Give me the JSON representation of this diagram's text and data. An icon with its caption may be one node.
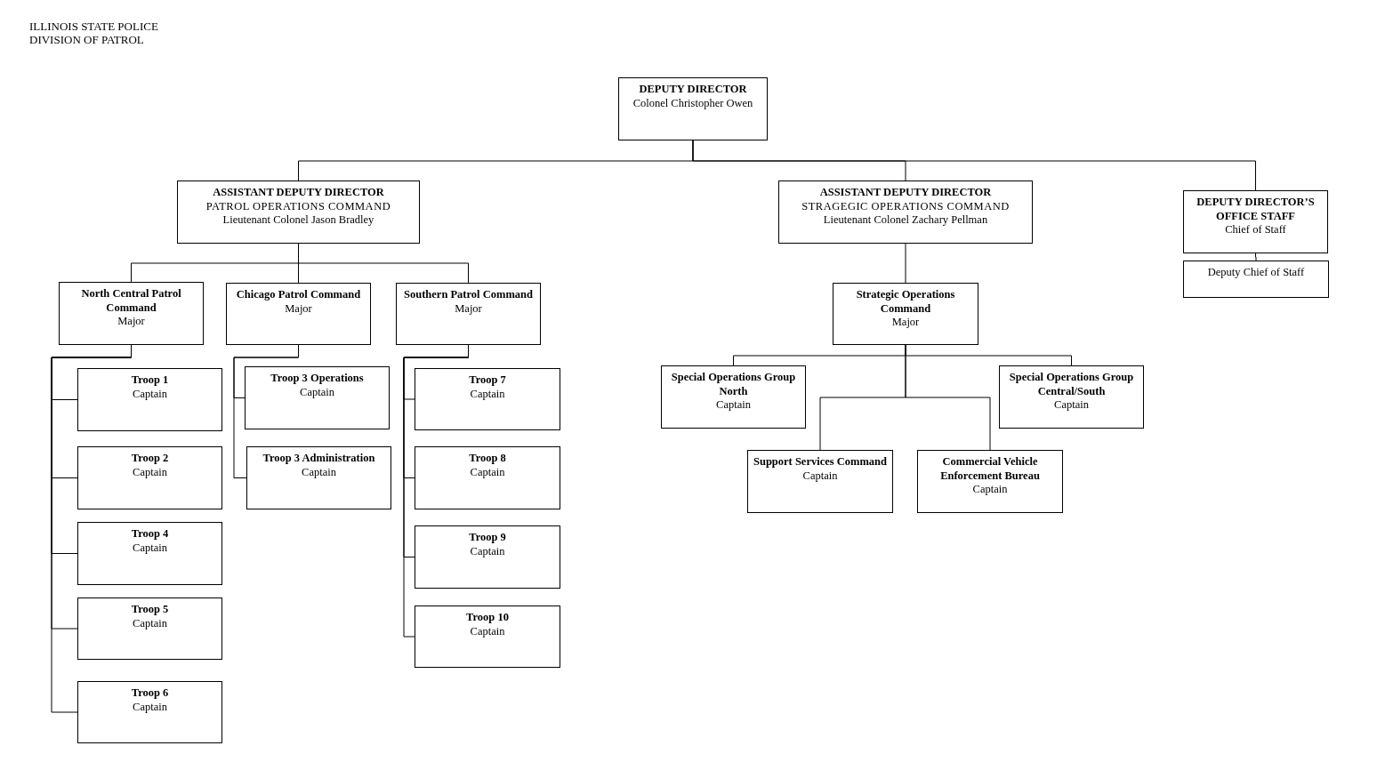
{
  "diagram": {
    "title": "ILLINOIS STATE POLICE DIVISION OF PATROL",
    "nodes": [
      {
        "text": [
          "DEPUTY DIRECTOR",
          "Colonel Christopher Owen"
        ]
      },
      {
        "text": [
          "ASSISTANT DEPUTY DIRECTOR",
          "PATROL OPERATIONS COMMAND",
          "Lieutenant Colonel Jason Bradley"
        ]
      },
      {
        "text": [
          "ASSISTANT DEPUTY DIRECTOR",
          "STRAGEGIC OPERATIONS COMMAND",
          "Lieutenant Colonel Zachary Pellman"
        ]
      },
      {
        "text": [
          "DEPUTY DIRECTOR’S OFFICE STAFF",
          "Chief of Staff"
        ]
      },
      {
        "text": [
          "Deputy Chief of Staff"
        ]
      },
      {
        "text": [
          "North Central Patrol Command",
          "Major"
        ]
      },
      {
        "text": [
          "Chicago Patrol Command",
          "Major"
        ]
      },
      {
        "text": [
          "Southern Patrol Command",
          "Major"
        ]
      },
      {
        "text": [
          "Strategic Operations Command",
          "Major"
        ]
      },
      {
        "text": [
          "Troop 1",
          "Captain"
        ]
      },
      {
        "text": [
          "Troop 2",
          "Captain"
        ]
      },
      {
        "text": [
          "Troop 4",
          "Captain"
        ]
      },
      {
        "text": [
          "Troop 5",
          "Captain"
        ]
      },
      {
        "text": [
          "Troop 6",
          "Captain"
        ]
      },
      {
        "text": [
          "Troop 3 Operations",
          "Captain"
        ]
      },
      {
        "text": [
          "Troop 3 Administration",
          "Captain"
        ]
      },
      {
        "text": [
          "Troop 7",
          "Captain"
        ]
      },
      {
        "text": [
          "Troop 8",
          "Captain"
        ]
      },
      {
        "text": [
          "Troop 9",
          "Captain"
        ]
      },
      {
        "text": [
          "Troop 10",
          "Captain"
        ]
      },
      {
        "text": [
          "Special Operations Group North",
          "Captain"
        ]
      },
      {
        "text": [
          "Special Operations Group Central/South",
          "Captain"
        ]
      },
      {
        "text": [
          "Support Services Command",
          "Captain"
        ]
      },
      {
        "text": [
          "Commercial Vehicle Enforcement Bureau",
          "Captain"
        ]
      }
    ],
    "edges": [
      {
        "from": 0,
        "to": 1,
        "arrow": "none"
      },
      {
        "from": 0,
        "to": 2,
        "arrow": "none"
      },
      {
        "from": 0,
        "to": 3,
        "arrow": "none"
      },
      {
        "from": 3,
        "to": 4,
        "arrow": "none"
      },
      {
        "from": 1,
        "to": 5,
        "arrow": "none"
      },
      {
        "from": 1,
        "to": 6,
        "arrow": "none"
      },
      {
        "from": 1,
        "to": 7,
        "arrow": "none"
      },
      {
        "from": 2,
        "to": 8,
        "arrow": "none"
      },
      {
        "from": 5,
        "to": 9,
        "arrow": "none"
      },
      {
        "from": 5,
        "to": 10,
        "arrow": "none"
      },
      {
        "from": 5,
        "to": 11,
        "arrow": "none"
      },
      {
        "from": 5,
        "to": 12,
        "arrow": "none"
      },
      {
        "from": 5,
        "to": 13,
        "arrow": "none"
      },
      {
        "from": 6,
        "to": 14,
        "arrow": "none"
      },
      {
        "from": 6,
        "to": 15,
        "arrow": "none"
      },
      {
        "from": 7,
        "to": 16,
        "arrow": "none"
      },
      {
        "from": 7,
        "to": 17,
        "arrow": "none"
      },
      {
        "from": 7,
        "to": 18,
        "arrow": "none"
      },
      {
        "from": 7,
        "to": 19,
        "arrow": "none"
      },
      {
        "from": 8,
        "to": 20,
        "arrow": "none"
      },
      {
        "from": 8,
        "to": 21,
        "arrow": "none"
      },
      {
        "from": 8,
        "to": 22,
        "arrow": "none"
      },
      {
        "from": 8,
        "to": 23,
        "arrow": "none"
      }
    ]
  }
}
